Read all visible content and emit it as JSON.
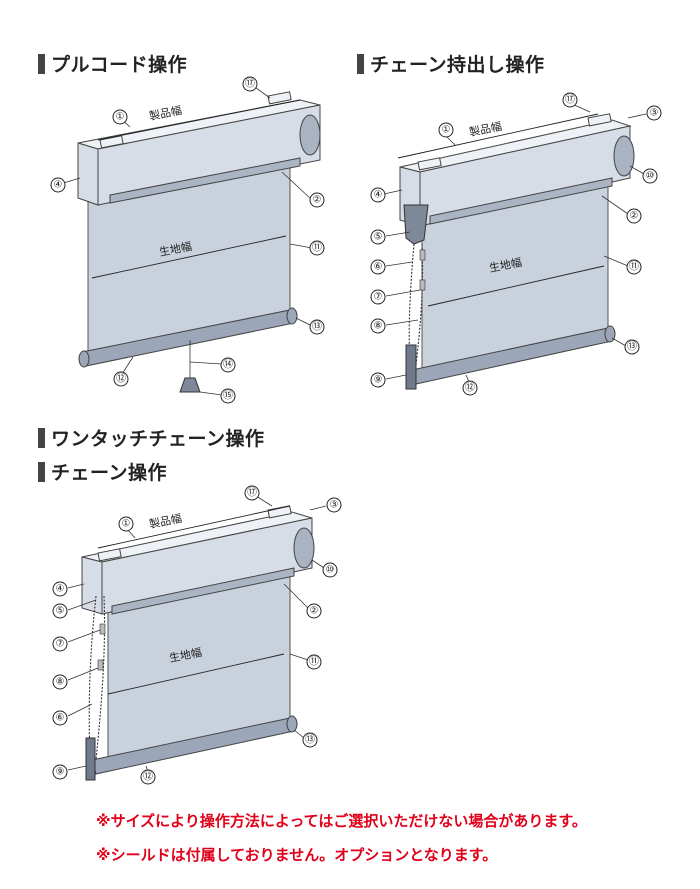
{
  "sections": {
    "pull_cord": {
      "title": "プルコード操作"
    },
    "chain_stepped": {
      "title": "チェーン持出し操作"
    },
    "one_touch": {
      "title": "ワンタッチチェーン操作"
    },
    "chain": {
      "title": "チェーン操作"
    }
  },
  "labels": {
    "product_width": "製品幅",
    "fabric_width": "生地幅"
  },
  "callouts": {
    "n1": "①",
    "n2": "②",
    "n3": "③",
    "n4": "④",
    "n5": "⑤",
    "n6": "⑥",
    "n7": "⑦",
    "n8": "⑧",
    "n9": "⑨",
    "n10": "⑩",
    "n11": "⑪",
    "n12": "⑫",
    "n13": "⑬",
    "n14": "⑭",
    "n15": "⑮",
    "n17": "⑰"
  },
  "notes": [
    "※サイズにより操作方法によってはご選択いただけない場合があります。",
    "※シールドは付属しておりません。オプションとなります。"
  ],
  "colors": {
    "note": "#e0001a",
    "fabric": "#c9d1dd",
    "frame": "#444444"
  }
}
